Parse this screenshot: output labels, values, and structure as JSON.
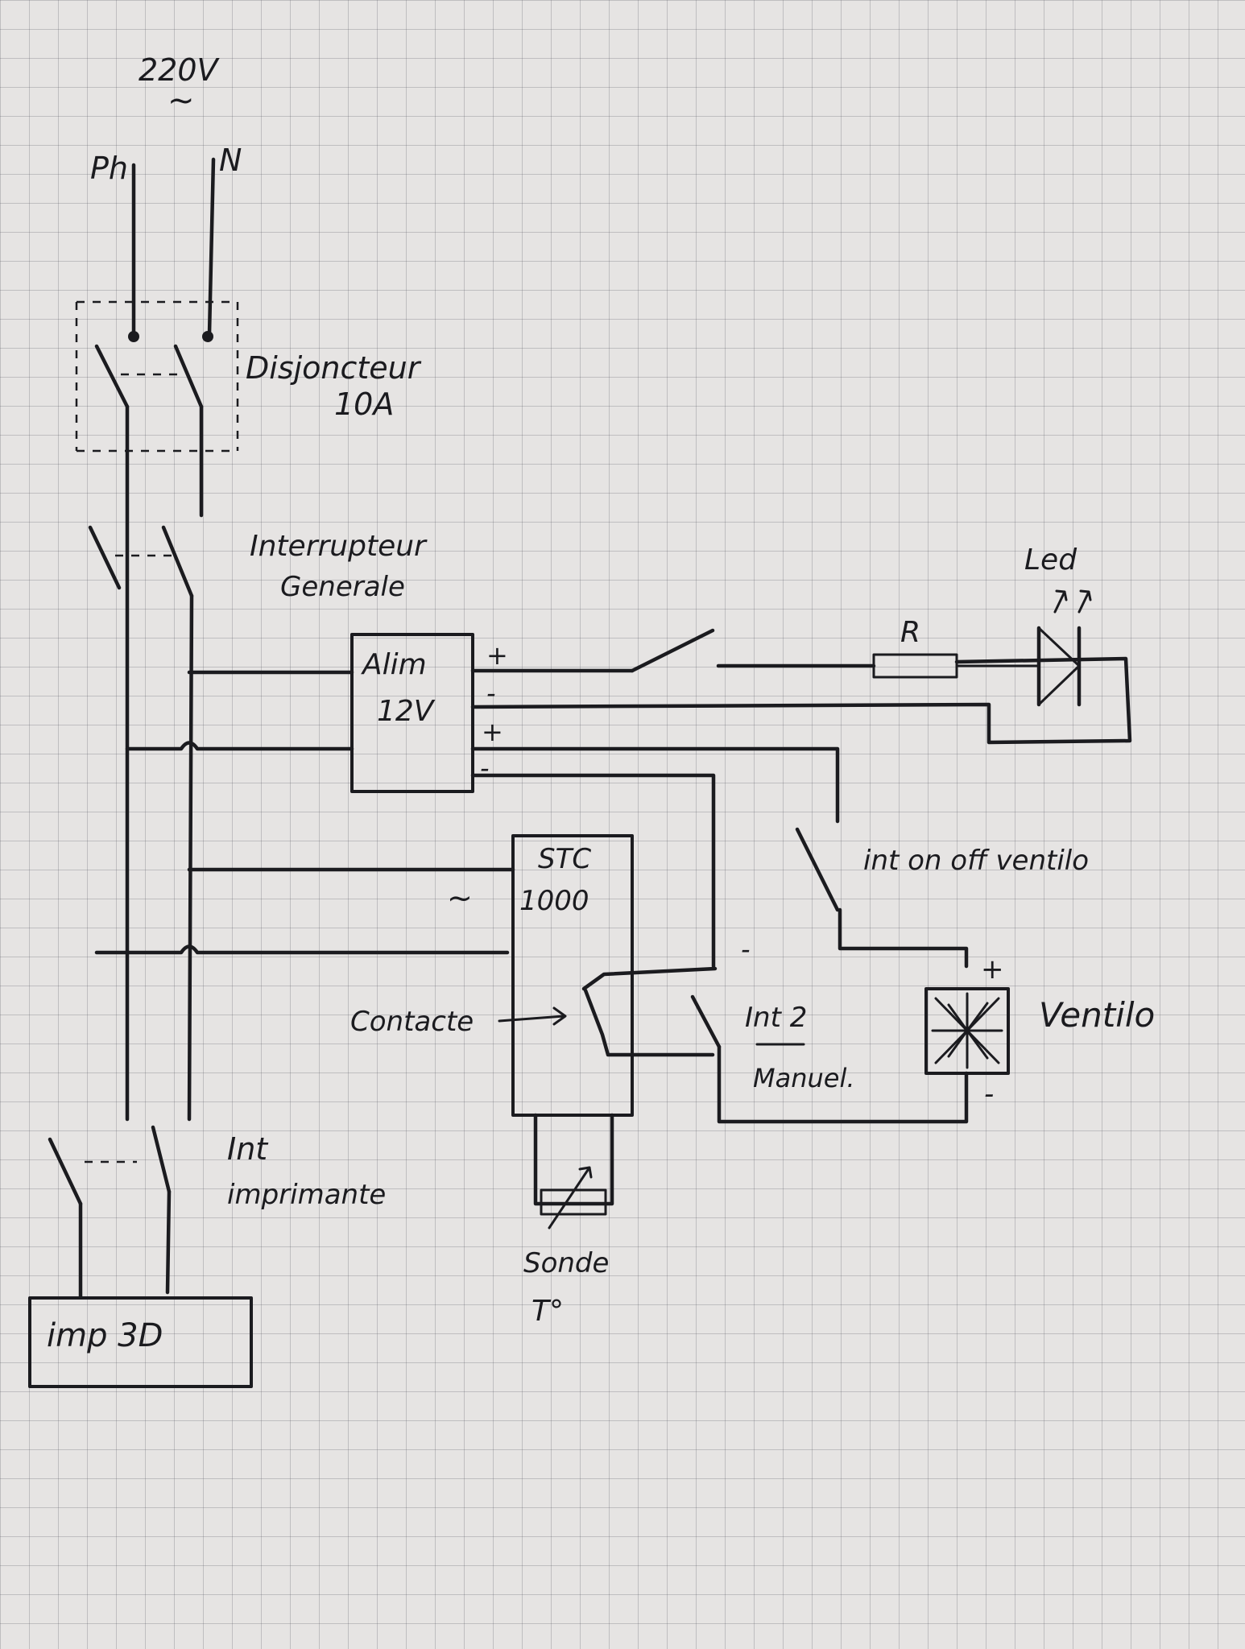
{
  "supply": {
    "voltage": "220V",
    "ac_symbol": "~",
    "phase": "Ph",
    "neutral": "N"
  },
  "breaker": {
    "name": "Disjoncteur",
    "rating": "10A"
  },
  "main_switch": {
    "line1": "Interrupteur",
    "line2": "Generale"
  },
  "psu": {
    "line1": "Alim",
    "line2": "12V",
    "pol1": "+",
    "pol2": "-",
    "pol3": "+",
    "pol4": "-"
  },
  "resistor": {
    "label": "R"
  },
  "led": {
    "label": "Led"
  },
  "fan_switch": {
    "label": "int on off ventilo"
  },
  "fan": {
    "label": "Ventilo",
    "plus": "+",
    "minus": "-"
  },
  "thermostat": {
    "line1": "STC",
    "line2": "1000",
    "ac_symbol": "~",
    "contact_label": "Contacte",
    "neg_mark": "-"
  },
  "manual_switch": {
    "line1": "Int 2",
    "line2": "Manuel."
  },
  "probe": {
    "line1": "Sonde",
    "line2": "T°"
  },
  "printer_switch": {
    "line1": "Int",
    "line2": "imprimante"
  },
  "printer": {
    "label": "imp 3D"
  }
}
